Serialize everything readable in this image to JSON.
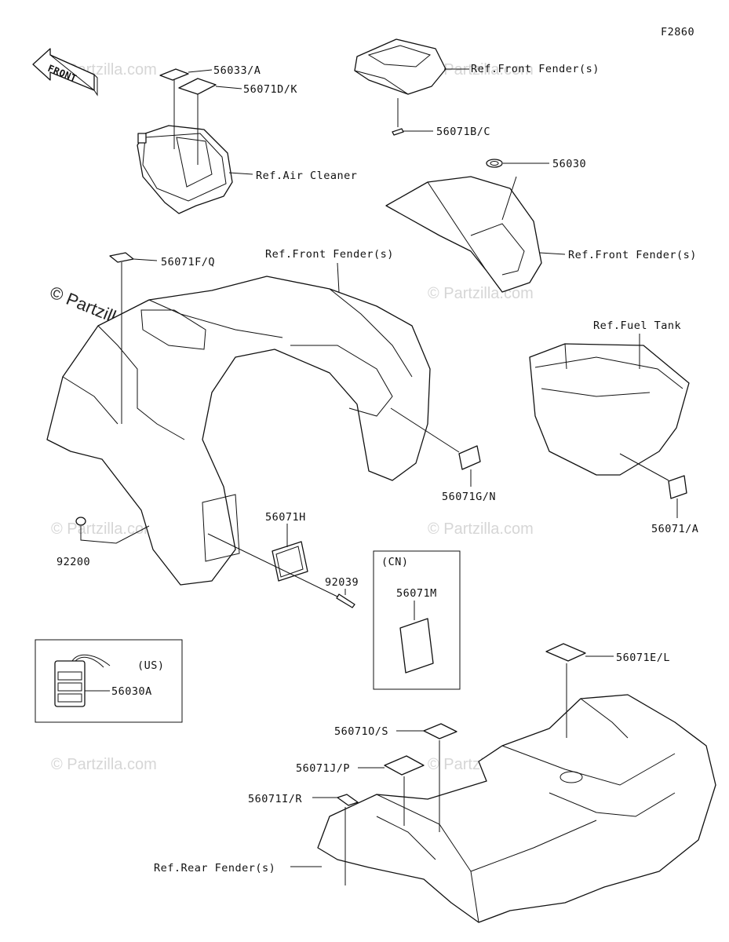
{
  "figure_code": "F2860",
  "front_arrow_label": "FRONT",
  "watermark": "© Partzilla.com",
  "watermark_main": "© Partzilla.com",
  "callouts": {
    "p56033A": "56033/A",
    "p56071DK": "56071D/K",
    "ref_air_cleaner": "Ref.Air Cleaner",
    "ref_front_fender_top": "Ref.Front Fender(s)",
    "p56071BC": "56071B/C",
    "p56030": "56030",
    "ref_front_fender_right": "Ref.Front Fender(s)",
    "p56071FQ": "56071F/Q",
    "ref_front_fender_main": "Ref.Front Fender(s)",
    "ref_fuel_tank": "Ref.Fuel Tank",
    "p56071GN": "56071G/N",
    "p56071A": "56071/A",
    "p92200": "92200",
    "p56071H": "56071H",
    "p92039": "92039",
    "cn_region": "(CN)",
    "p56071M": "56071M",
    "us_region": "(US)",
    "p56030A": "56030A",
    "p56071EL": "56071E/L",
    "p56071OS": "56071O/S",
    "p56071JP": "56071J/P",
    "p56071IR": "56071I/R",
    "ref_rear_fender": "Ref.Rear Fender(s)"
  }
}
